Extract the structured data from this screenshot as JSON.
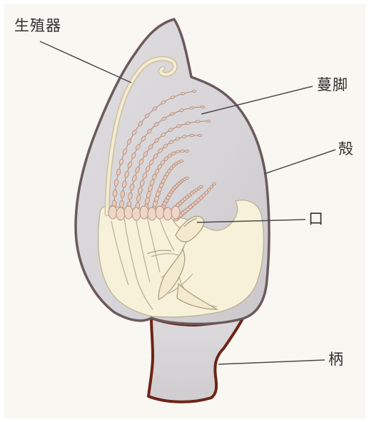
{
  "labels": {
    "genitals": "生殖器",
    "cirri": "蔓脚",
    "shell": "殻",
    "mouth": "口",
    "stalk": "柄"
  },
  "colors": {
    "background": "#f9f7f2",
    "shell_fill": "#d8d6d8",
    "shell_edge": "#6b5a5c",
    "stalk_edge": "#6e2418",
    "body_fill": "#f7f1da",
    "cirri_fill": "#e8c9ba",
    "cirri_stroke": "#b08a78",
    "leader_line": "#4a4a4a"
  }
}
